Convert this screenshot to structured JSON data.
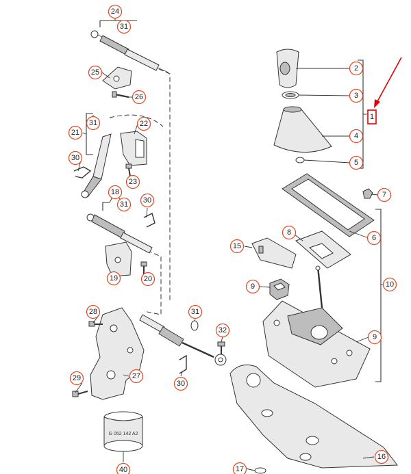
{
  "callouts": [
    "24",
    "31",
    "25",
    "26",
    "21",
    "31",
    "22",
    "30",
    "23",
    "18",
    "31",
    "30",
    "19",
    "20",
    "28",
    "31",
    "32",
    "29",
    "27",
    "30",
    "40",
    "2",
    "3",
    "1",
    "4",
    "5",
    "7",
    "6",
    "8",
    "15",
    "10",
    "9",
    "9",
    "16",
    "17"
  ],
  "part_marking": "G 052 142 A2",
  "colors": {
    "bubble": "#e0502a",
    "highlight": "#e00000",
    "line": "#333333"
  }
}
